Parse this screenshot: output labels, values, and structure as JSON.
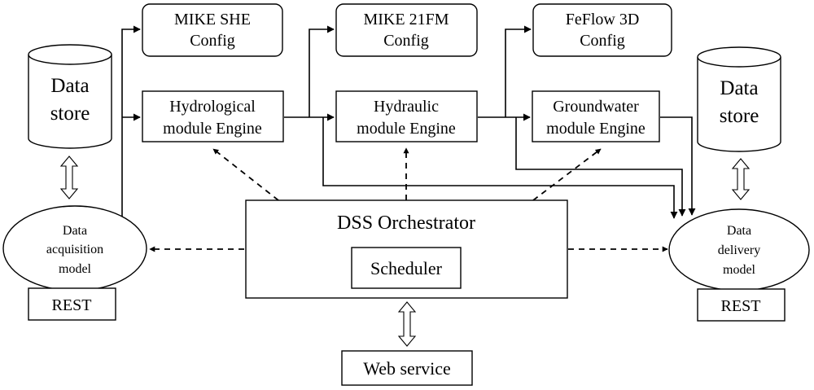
{
  "config_boxes": {
    "mike_she": [
      "MIKE SHE",
      "Config"
    ],
    "mike_21fm": [
      "MIKE 21FM",
      "Config"
    ],
    "feflow": [
      "FeFlow 3D",
      "Config"
    ]
  },
  "engines": {
    "hydrological": [
      "Hydrological",
      "module Engine"
    ],
    "hydraulic": [
      "Hydraulic",
      "module Engine"
    ],
    "groundwater": [
      "Groundwater",
      "module Engine"
    ]
  },
  "data_store_left": [
    "Data",
    "store"
  ],
  "data_store_right": [
    "Data",
    "store"
  ],
  "acquisition": [
    "Data",
    "acquisition",
    "model"
  ],
  "delivery": [
    "Data",
    "delivery",
    "model"
  ],
  "rest_left": "REST",
  "rest_right": "REST",
  "orchestrator": "DSS Orchestrator",
  "scheduler": "Scheduler",
  "web_service": "Web service"
}
